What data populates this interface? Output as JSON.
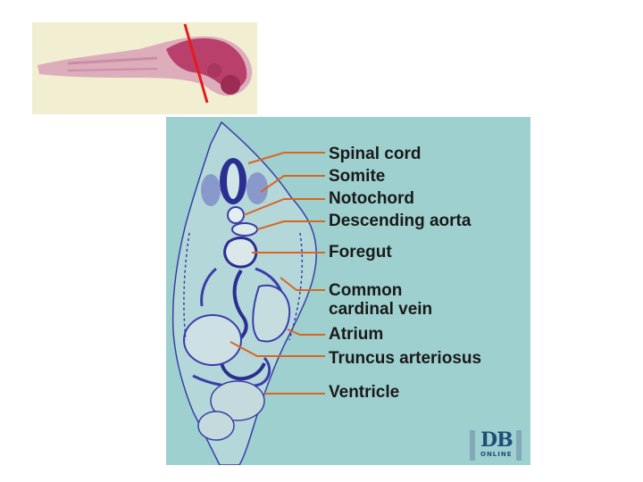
{
  "labels": {
    "spinal_cord": "Spinal cord",
    "somite": "Somite",
    "notochord": "Notochord",
    "descending_aorta": "Descending aorta",
    "foregut": "Foregut",
    "common_cardinal_vein_1": "Common",
    "common_cardinal_vein_2": "cardinal vein",
    "atrium": "Atrium",
    "truncus_arteriosus": "Truncus arteriosus",
    "ventricle": "Ventricle"
  },
  "watermark": {
    "brand": "DB",
    "sub": "ONLINE"
  },
  "colors": {
    "panel_bg": "#9ed0cf",
    "tissue_stain": "#3a3fa8",
    "leader_line": "#d9661f",
    "section_line": "#e41b1b",
    "embryo": "#b5416a",
    "photo_bg": "#f1eed1"
  }
}
